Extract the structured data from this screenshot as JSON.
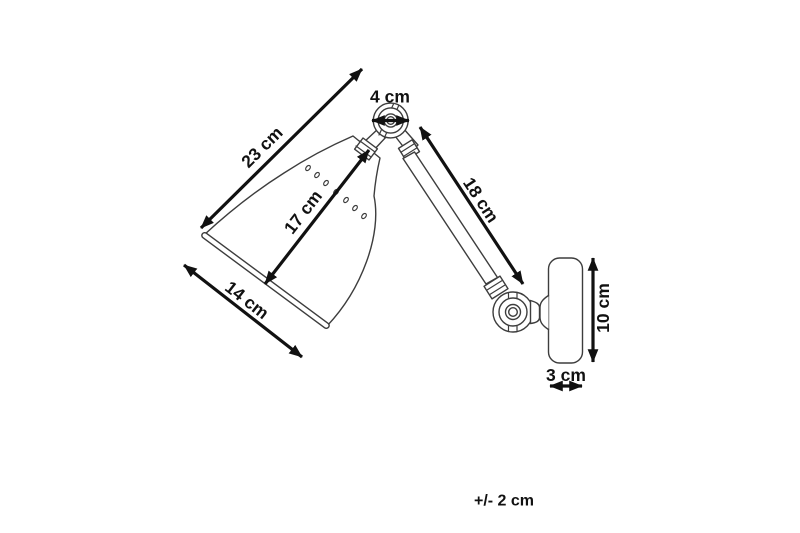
{
  "diagram": {
    "dimensions": {
      "shade_length": {
        "label": "23 cm"
      },
      "shade_height": {
        "label": "17 cm"
      },
      "shade_diameter": {
        "label": "14 cm"
      },
      "joint_diameter": {
        "label": "4 cm"
      },
      "arm_length": {
        "label": "18 cm"
      },
      "mount_height": {
        "label": "10 cm"
      },
      "mount_depth": {
        "label": "3 cm"
      }
    },
    "tolerance": {
      "label": "+/- 2 cm"
    },
    "colors": {
      "dimension_ink": "#111111",
      "drawing_ink": "#3d3d3d",
      "background": "#ffffff"
    }
  }
}
